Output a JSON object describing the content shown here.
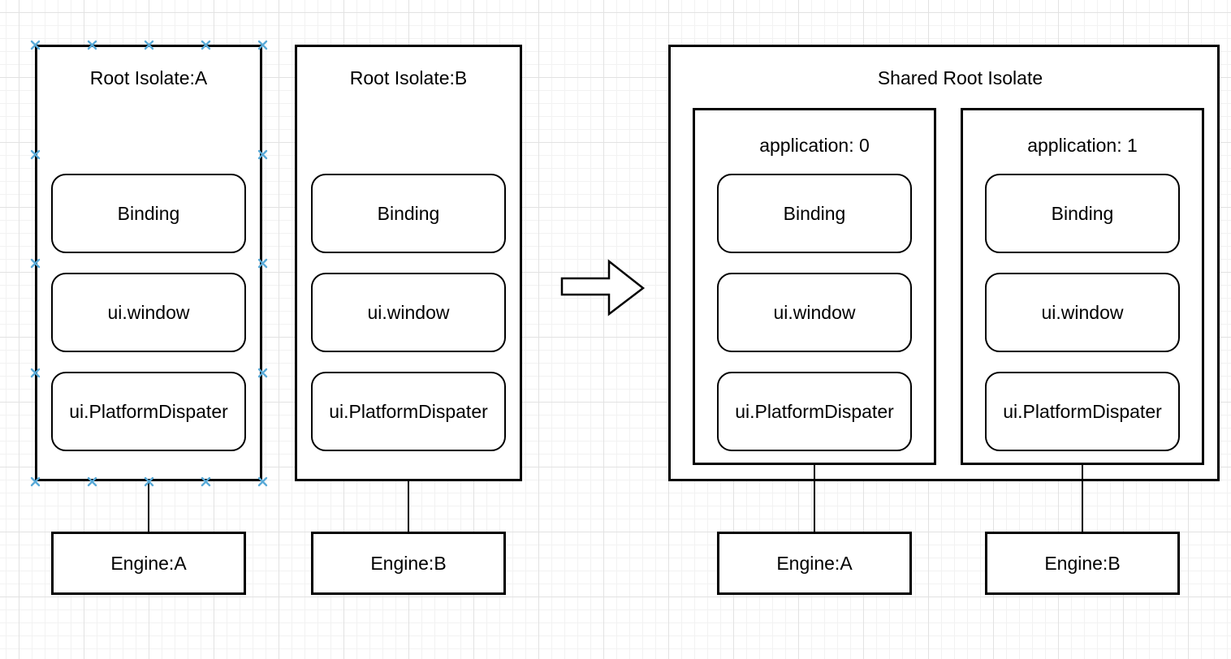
{
  "before": {
    "isolates": [
      {
        "title": "Root Isolate:A",
        "components": [
          "Binding",
          "ui.window",
          "ui.PlatformDispater"
        ],
        "engine": "Engine:A",
        "selected": true
      },
      {
        "title": "Root Isolate:B",
        "components": [
          "Binding",
          "ui.window",
          "ui.PlatformDispater"
        ],
        "engine": "Engine:B",
        "selected": false
      }
    ]
  },
  "transform_arrow": {
    "icon": "right-block-arrow"
  },
  "after": {
    "title": "Shared Root Isolate",
    "applications": [
      {
        "title": "application: 0",
        "components": [
          "Binding",
          "ui.window",
          "ui.PlatformDispater"
        ],
        "engine": "Engine:A"
      },
      {
        "title": "application: 1",
        "components": [
          "Binding",
          "ui.window",
          "ui.PlatformDispater"
        ],
        "engine": "Engine:B"
      }
    ]
  },
  "colors": {
    "selection_handle": "#58a9d7",
    "shape_stroke": "#000000",
    "shape_fill": "#ffffff",
    "canvas_bg": "#ffffff",
    "grid_minor": "#f2f2f2",
    "grid_major": "#e2e2e2"
  }
}
